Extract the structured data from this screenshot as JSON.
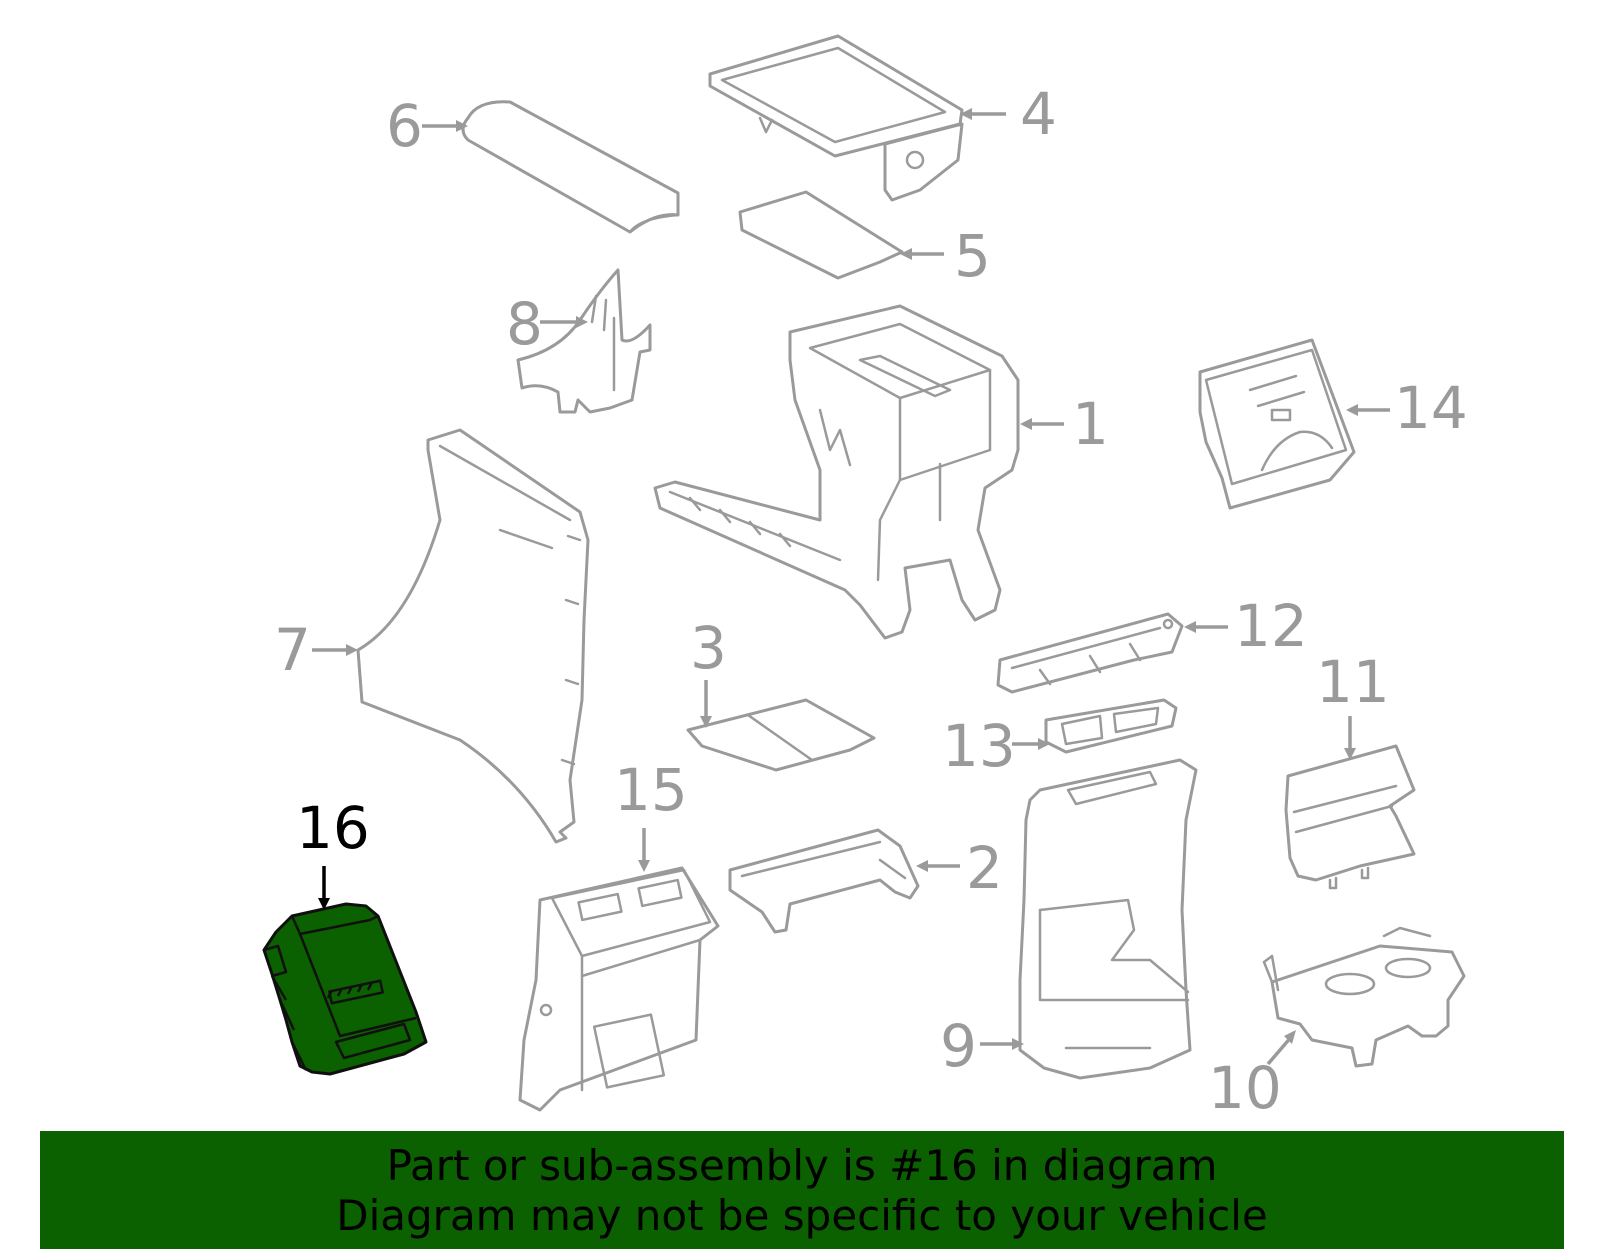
{
  "callouts": [
    "1",
    "2",
    "3",
    "4",
    "5",
    "6",
    "7",
    "8",
    "9",
    "10",
    "11",
    "12",
    "13",
    "14",
    "15",
    "16"
  ],
  "highlighted_part": "16",
  "colors": {
    "highlight": "#0b6000",
    "part_outline": "#9a9a9a",
    "banner": "#0b6000"
  },
  "banner": {
    "line1": "Part or sub-assembly is #16 in diagram",
    "line2": "Diagram may not be specific to your vehicle"
  }
}
